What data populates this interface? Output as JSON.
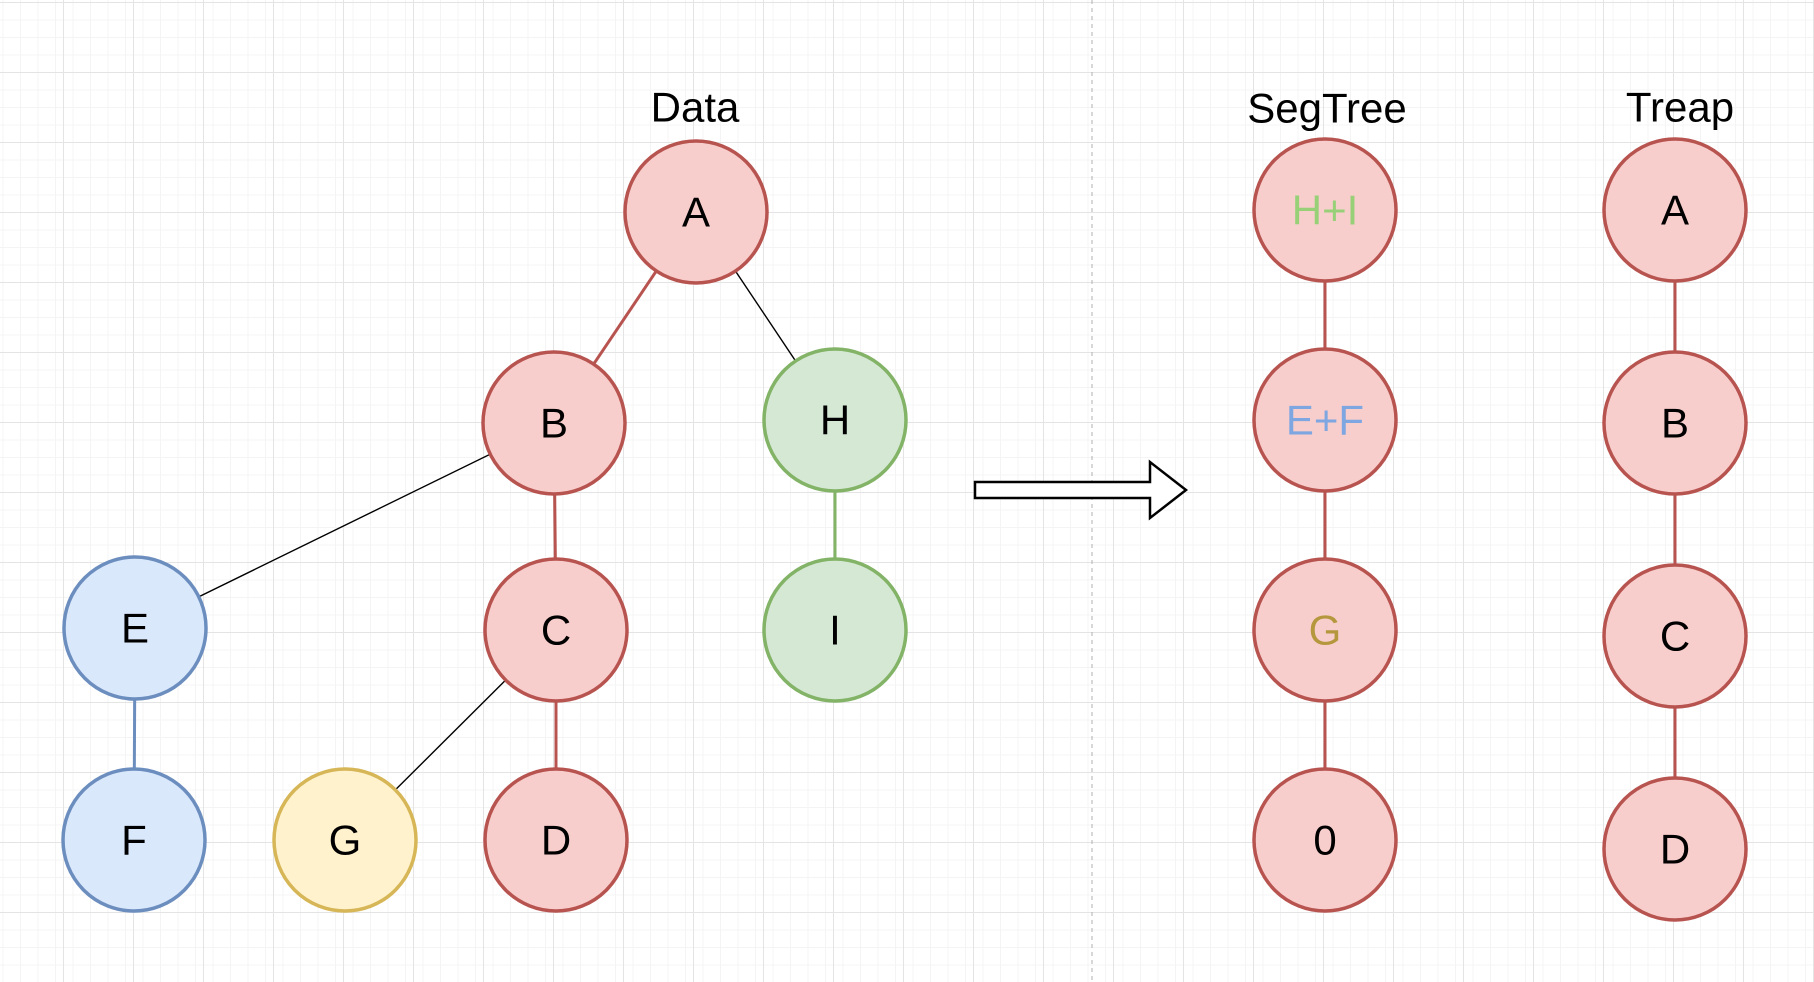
{
  "titles": {
    "data": "Data",
    "segtree": "SegTree",
    "treap": "Treap"
  },
  "palette": {
    "red_fill": "#f8cecc",
    "red_stroke": "#b85450",
    "green_fill": "#d5e8d4",
    "green_stroke": "#82b366",
    "blue_fill": "#dae8fc",
    "blue_stroke": "#6c8ebf",
    "yellow_fill": "#fff2cc",
    "yellow_stroke": "#d6b656",
    "black": "#000000",
    "white": "#ffffff",
    "label_green": "#97d077",
    "label_blue": "#7ea6e0",
    "label_gold": "#b5973d",
    "page_divider": "#b0b0b0"
  },
  "data_tree": {
    "nodes": {
      "A": {
        "label": "A",
        "palette": "red"
      },
      "B": {
        "label": "B",
        "palette": "red"
      },
      "C": {
        "label": "C",
        "palette": "red"
      },
      "D": {
        "label": "D",
        "palette": "red"
      },
      "E": {
        "label": "E",
        "palette": "blue"
      },
      "F": {
        "label": "F",
        "palette": "blue"
      },
      "G": {
        "label": "G",
        "palette": "yellow"
      },
      "H": {
        "label": "H",
        "palette": "green"
      },
      "I": {
        "label": "I",
        "palette": "green"
      }
    },
    "edges": [
      {
        "from": "A",
        "to": "B",
        "color": "red"
      },
      {
        "from": "A",
        "to": "H",
        "color": "black"
      },
      {
        "from": "B",
        "to": "C",
        "color": "red"
      },
      {
        "from": "B",
        "to": "E",
        "color": "black"
      },
      {
        "from": "C",
        "to": "D",
        "color": "red"
      },
      {
        "from": "C",
        "to": "G",
        "color": "black"
      },
      {
        "from": "E",
        "to": "F",
        "color": "blue"
      },
      {
        "from": "H",
        "to": "I",
        "color": "green"
      }
    ]
  },
  "segtree": {
    "nodes": [
      {
        "label": "H+I",
        "text_color": "#97d077"
      },
      {
        "label": "E+F",
        "text_color": "#7ea6e0"
      },
      {
        "label": "G",
        "text_color": "#b5973d"
      },
      {
        "label": "0",
        "text_color": "#000000"
      }
    ],
    "edge_color": "red"
  },
  "treap": {
    "nodes": [
      {
        "label": "A"
      },
      {
        "label": "B"
      },
      {
        "label": "C"
      },
      {
        "label": "D"
      }
    ],
    "edge_color": "red"
  },
  "arrow": {
    "direction": "right"
  }
}
